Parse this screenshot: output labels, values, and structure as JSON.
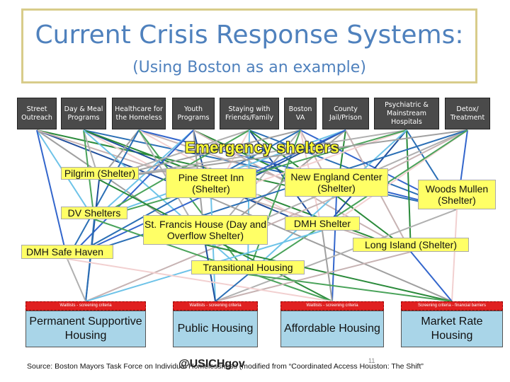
{
  "title": "Current Crisis Response Systems:",
  "subtitle": "(Using Boston as an example)",
  "sources": [
    {
      "label": "Street Outreach"
    },
    {
      "label": "Day & Meal Programs"
    },
    {
      "label": "Healthcare for the Homeless"
    },
    {
      "label": "Youth Programs"
    },
    {
      "label": "Staying with Friends/Family"
    },
    {
      "label": "Boston VA"
    },
    {
      "label": "County Jail/Prison"
    },
    {
      "label": "Psychiatric & Mainstream Hospitals"
    },
    {
      "label": "Detox/ Treatment"
    }
  ],
  "emergency_heading": "Emergency shelters",
  "shelters": {
    "pilgrim": "Pilgrim (Shelter)",
    "pine_street": "Pine Street Inn (Shelter)",
    "new_england": "New England Center (Shelter)",
    "woods_mullen": "Woods Mullen (Shelter)",
    "dv": "DV Shelters",
    "st_francis": "St. Francis House (Day and Overflow Shelter)",
    "dmh_shelter": "DMH Shelter",
    "long_island": "Long Island (Shelter)",
    "dmh_safe_haven": "DMH Safe Haven"
  },
  "transitional": "Transitional Housing",
  "strips": [
    "Waitlists - screening criteria",
    "Waitlists - screening criteria",
    "Waitlists - screening criteria",
    "Screening criteria - financial barriers"
  ],
  "housing": [
    "Permanent Supportive Housing",
    "Public Housing",
    "Affordable Housing",
    "Market Rate Housing"
  ],
  "footer": "Source: Boston Mayors Task Force on Individual Homelessness (modified from “Coordinated Access Houston: The Shift”",
  "handle": "@USICHgov",
  "page_number": "11",
  "colors": {
    "title": "#4f81bd",
    "shelter_box": "#ffff66",
    "housing_box": "#a9d5e8",
    "strip": "#e02020",
    "source_box": "#4a4a4a"
  }
}
